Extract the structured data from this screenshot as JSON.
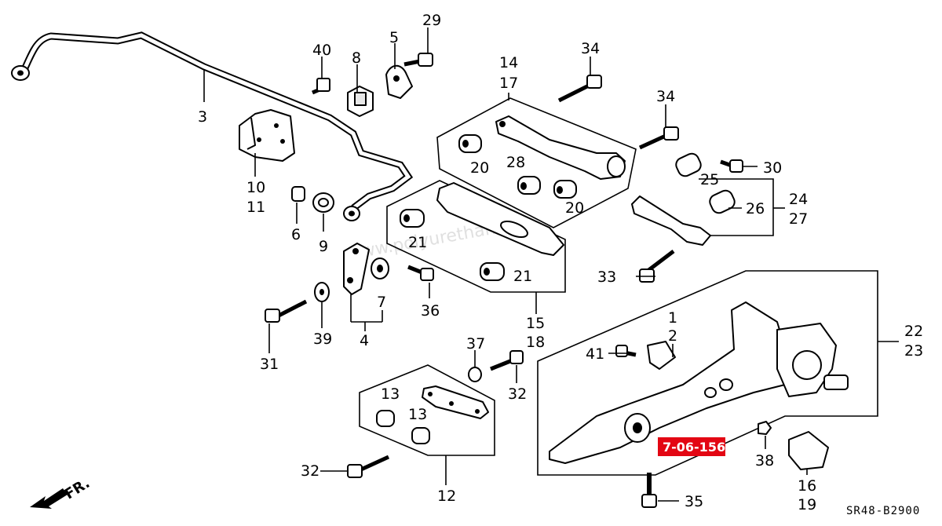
{
  "watermark": "www.polyurethane.ru",
  "diagram_code": "SR48-B2900",
  "direction_label": "FR.",
  "highlight": {
    "text": "7-06-156",
    "color": "#e30613"
  },
  "labels": {
    "l1": "1",
    "l2": "2",
    "l3": "3",
    "l4": "4",
    "l5": "5",
    "l6": "6",
    "l7": "7",
    "l8": "8",
    "l9": "9",
    "l10": "10",
    "l11": "11",
    "l12": "12",
    "l13a": "13",
    "l13b": "13",
    "l14": "14",
    "l15": "15",
    "l16": "16",
    "l17": "17",
    "l18": "18",
    "l19": "19",
    "l20a": "20",
    "l20b": "20",
    "l21a": "21",
    "l21b": "21",
    "l22": "22",
    "l23": "23",
    "l24": "24",
    "l25": "25",
    "l26": "26",
    "l27": "27",
    "l28": "28",
    "l29": "29",
    "l30": "30",
    "l31": "31",
    "l32a": "32",
    "l32b": "32",
    "l33": "33",
    "l34a": "34",
    "l34b": "34",
    "l35": "35",
    "l36": "36",
    "l37": "37",
    "l38": "38",
    "l39": "39",
    "l40": "40",
    "l41": "41"
  }
}
